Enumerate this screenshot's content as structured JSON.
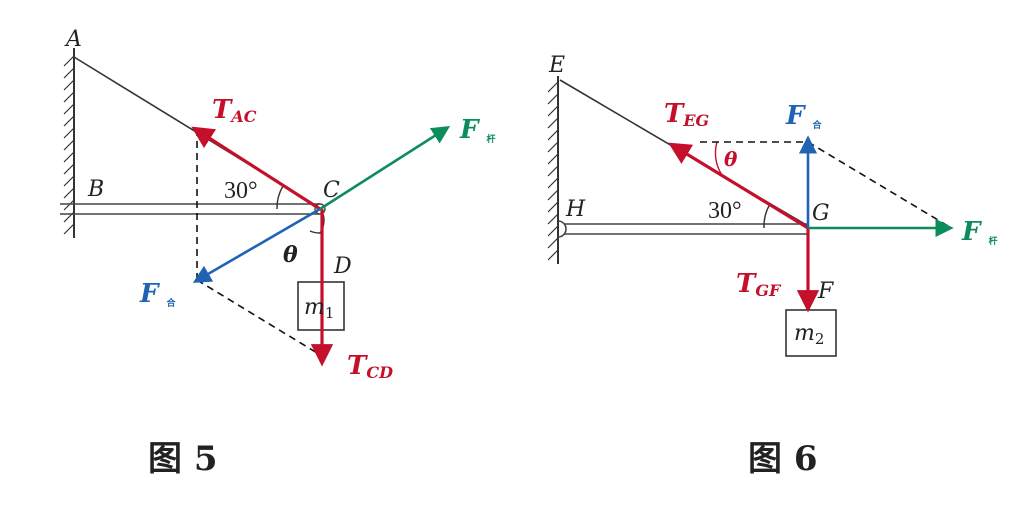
{
  "colors": {
    "tension": "#c4102a",
    "force_blue": "#1f63b4",
    "force_green": "#0d8d5c",
    "line": "#333333"
  },
  "figure5": {
    "caption": "图 5",
    "point_A": "A",
    "point_B": "B",
    "point_C": "C",
    "point_D": "D",
    "angle": "30°",
    "theta": "θ",
    "mass": "m",
    "mass_sub": "1",
    "force_F": "F",
    "force_F_sub": "合",
    "force_Fn": "F",
    "force_Fn_sub": "杆",
    "T_main": "T",
    "T_AC_sub": "AC",
    "T_CD_sub": "CD"
  },
  "figure6": {
    "caption": "图 6",
    "point_E": "E",
    "point_H": "H",
    "point_G": "G",
    "point_F": "F",
    "angle": "30°",
    "theta": "θ",
    "mass": "m",
    "mass_sub": "2",
    "force_F": "F",
    "force_F_sub": "合",
    "force_Fn": "F",
    "force_Fn_sub": "杆",
    "T_main": "T",
    "T_EG_sub": "EG",
    "T_GF_sub": "GF"
  }
}
